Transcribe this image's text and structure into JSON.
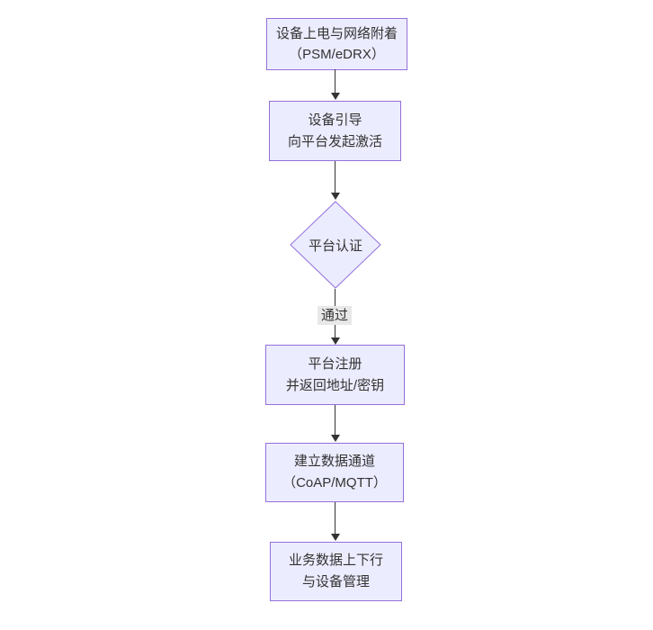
{
  "diagram": {
    "type": "flowchart",
    "direction": "top-down",
    "colors": {
      "node_fill": "#ECECFF",
      "node_border": "#9370DB",
      "text": "#333333",
      "line": "#333333",
      "edge_label_bg": "#e8e8e8",
      "background": "#ffffff"
    },
    "nodes": [
      {
        "id": "power-attach",
        "shape": "rect",
        "lines": [
          "设备上电与网络附着",
          "（PSM/eDRX）"
        ]
      },
      {
        "id": "bootstrap",
        "shape": "rect",
        "lines": [
          "设备引导",
          "向平台发起激活"
        ]
      },
      {
        "id": "platform-auth",
        "shape": "diamond",
        "lines": [
          "平台认证"
        ]
      },
      {
        "id": "platform-register",
        "shape": "rect",
        "lines": [
          "平台注册",
          "并返回地址/密钥"
        ]
      },
      {
        "id": "data-channel",
        "shape": "rect",
        "lines": [
          "建立数据通道",
          "（CoAP/MQTT）"
        ]
      },
      {
        "id": "business-data",
        "shape": "rect",
        "lines": [
          "业务数据上下行",
          "与设备管理"
        ]
      }
    ],
    "edges": [
      {
        "from": "power-attach",
        "to": "bootstrap",
        "label": ""
      },
      {
        "from": "bootstrap",
        "to": "platform-auth",
        "label": ""
      },
      {
        "from": "platform-auth",
        "to": "platform-register",
        "label": "通过"
      },
      {
        "from": "platform-register",
        "to": "data-channel",
        "label": ""
      },
      {
        "from": "data-channel",
        "to": "business-data",
        "label": ""
      }
    ]
  }
}
